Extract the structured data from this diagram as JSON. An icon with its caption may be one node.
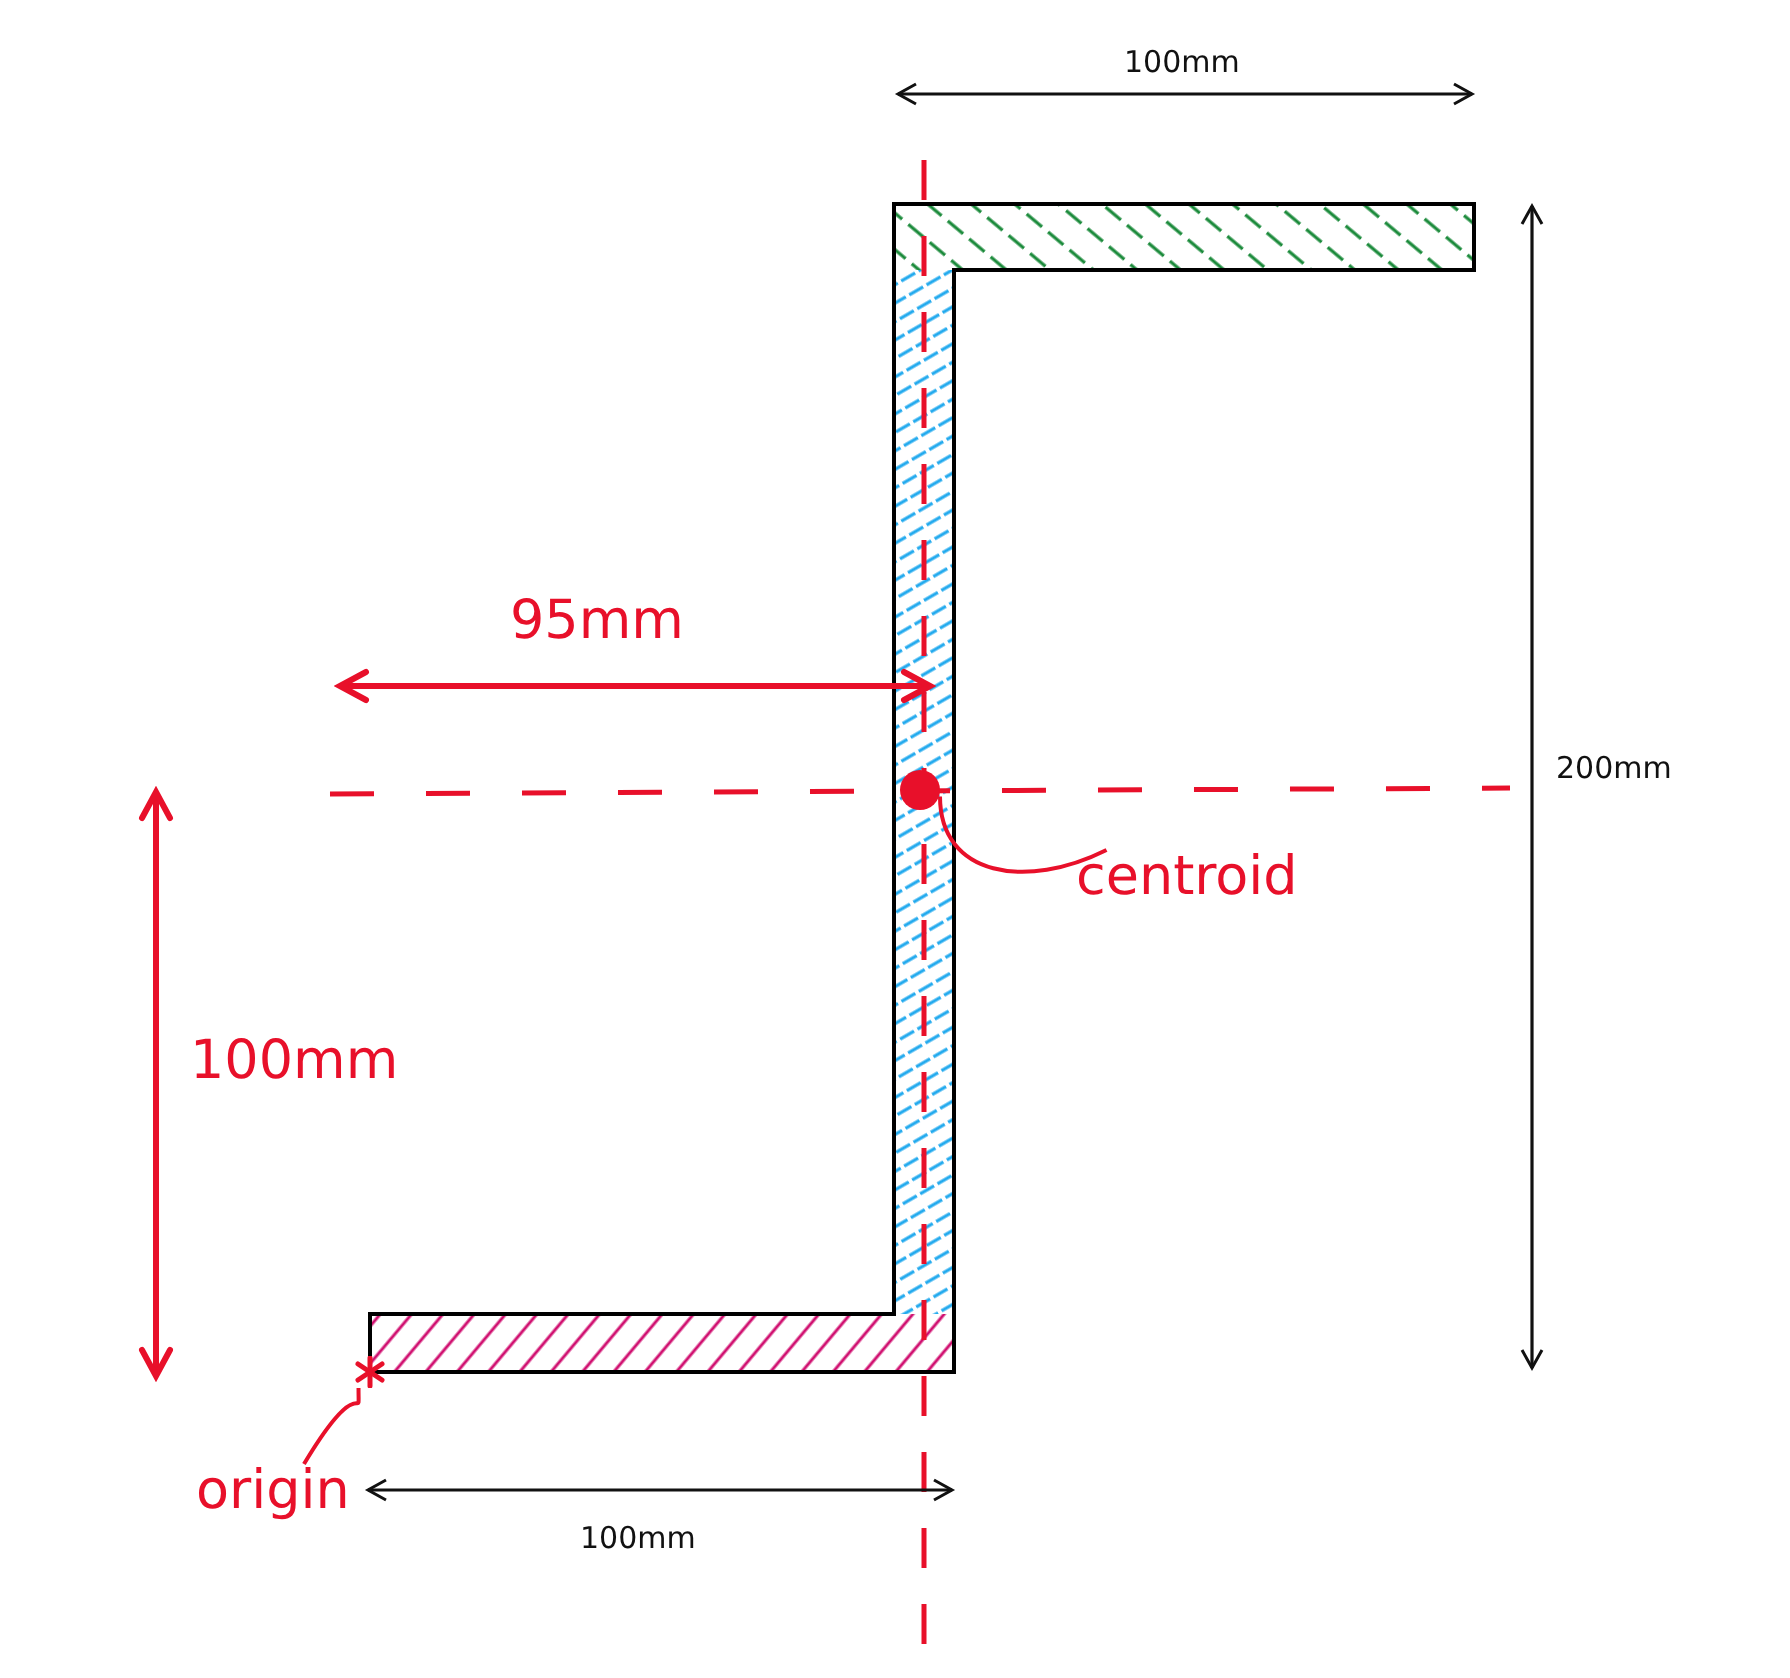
{
  "diagram": {
    "nodes": [
      {
        "text": [
          "centroid"
        ]
      },
      {
        "text": [],
        "shape": "circle"
      },
      {
        "text": [
          "origin"
        ]
      },
      {
        "text": [],
        "shape": "star"
      }
    ],
    "edges": [
      {
        "from": 0,
        "to": 1,
        "arrow": "none"
      },
      {
        "from": 2,
        "to": 3,
        "arrow": "none"
      }
    ],
    "labels": [
      "100mm",
      "95mm",
      "200mm",
      "100mm",
      "100mm"
    ]
  }
}
